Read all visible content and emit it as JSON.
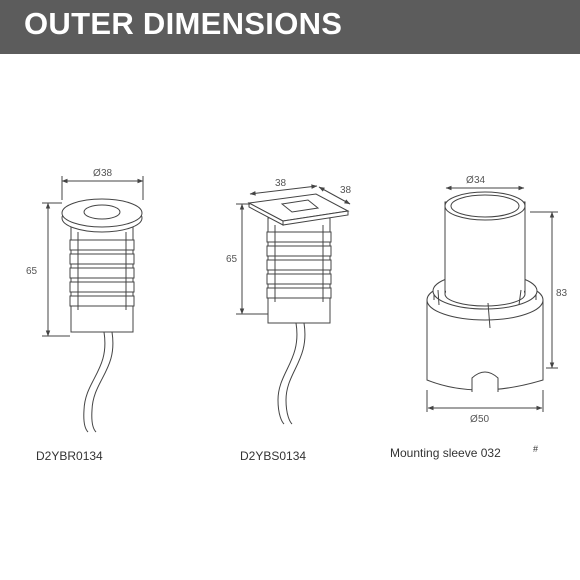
{
  "header": {
    "title": "OUTER DIMENSIONS"
  },
  "products": [
    {
      "code": "D2YBR0134",
      "diameter": "38",
      "height": "65"
    },
    {
      "code": "D2YBS0134",
      "width": "38",
      "depth": "38",
      "height": "65"
    },
    {
      "name": "Mounting sleeve 032",
      "suffix": "#",
      "top_diameter": "34",
      "bottom_diameter": "50",
      "height": "83"
    }
  ],
  "colors": {
    "header_bg": "#5c5c5c",
    "header_text": "#ffffff",
    "line": "#444444"
  }
}
